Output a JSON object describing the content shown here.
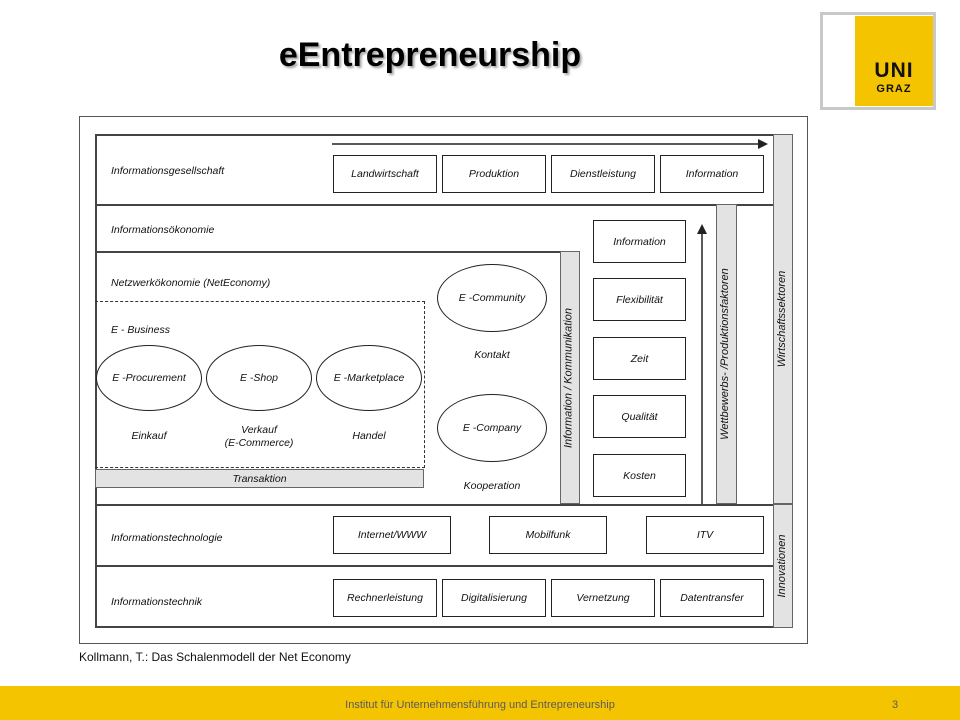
{
  "title": "eEntrepreneurship",
  "logo": {
    "line1": "UNI",
    "line2": "GRAZ",
    "color": "#f5c400"
  },
  "diagram": {
    "rows": {
      "informationsgesellschaft": "Informationsgesellschaft",
      "informationsoekonomie": "Informationsökonomie",
      "netzwerkoekonomie": "Netzwerkökonomie (NetEconomy)",
      "informationstechnologie": "Informationstechnologie",
      "informationstechnik": "Informationstechnik"
    },
    "sectors": [
      "Landwirtschaft",
      "Produktion",
      "Dienstleistung",
      "Information"
    ],
    "factors": [
      "Information",
      "Flexibilität",
      "Zeit",
      "Qualität",
      "Kosten"
    ],
    "ebusiness": {
      "label": "E - Business",
      "ellipses": [
        "E -Procurement",
        "E -Shop",
        "E -Marketplace"
      ],
      "sub": [
        "Einkauf",
        "Verkauf",
        "(E-Commerce)",
        "Handel"
      ],
      "transaktion": "Transaktion"
    },
    "community": {
      "label": "E -Community",
      "sub": "Kontakt"
    },
    "company": {
      "label": "E -Company",
      "sub": "Kooperation"
    },
    "technologies": [
      "Internet/WWW",
      "Mobilfunk",
      "ITV"
    ],
    "technik": [
      "Rechnerleistung",
      "Digitalisierung",
      "Vernetzung",
      "Datentransfer"
    ],
    "vertical": {
      "kommunikation": "Information / Kommunikation",
      "wettbewerb": "Wettbewerbs- /Produktionsfaktoren",
      "wirtschaftssektoren": "Wirtschaftssektoren",
      "innovationen": "Innovationen"
    }
  },
  "caption": "Kollmann, T.: Das Schalenmodell der Net Economy",
  "footer": {
    "text": "Institut für Unternehmensführung und Entrepreneurship",
    "page": "3",
    "color": "#f5c400"
  }
}
